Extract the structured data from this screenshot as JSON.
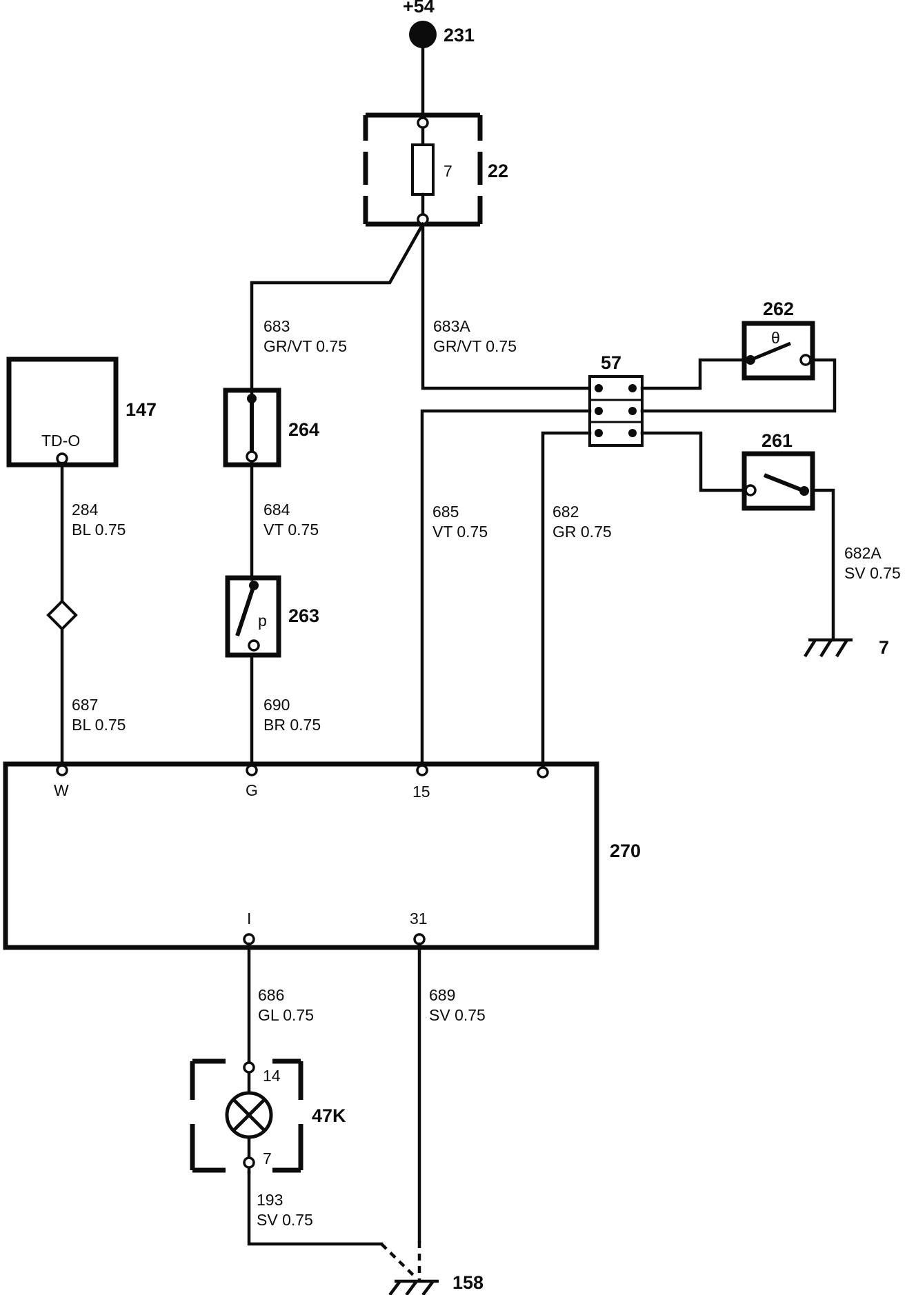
{
  "diagram": {
    "supply": {
      "terminal": "+54",
      "ref": "231"
    },
    "fuse_box": {
      "ref": "22",
      "fuse": "7"
    },
    "wires": {
      "w683": {
        "num": "683",
        "spec": "GR/VT 0.75"
      },
      "w683A": {
        "num": "683A",
        "spec": "GR/VT 0.75"
      },
      "w284": {
        "num": "284",
        "spec": "BL 0.75"
      },
      "w684": {
        "num": "684",
        "spec": "VT 0.75"
      },
      "w685": {
        "num": "685",
        "spec": "VT 0.75"
      },
      "w682": {
        "num": "682",
        "spec": "GR 0.75"
      },
      "w682A": {
        "num": "682A",
        "spec": "SV 0.75"
      },
      "w687": {
        "num": "687",
        "spec": "BL 0.75"
      },
      "w690": {
        "num": "690",
        "spec": "BR 0.75"
      },
      "w686": {
        "num": "686",
        "spec": "GL 0.75"
      },
      "w689": {
        "num": "689",
        "spec": "SV 0.75"
      },
      "w193": {
        "num": "193",
        "spec": "SV 0.75"
      }
    },
    "components": {
      "tdo": {
        "ref": "147",
        "label": "TD-O"
      },
      "switch264": {
        "ref": "264"
      },
      "switch263": {
        "ref": "263",
        "symbol": "p"
      },
      "connector57": {
        "ref": "57"
      },
      "switch262": {
        "ref": "262",
        "symbol": "θ"
      },
      "switch261": {
        "ref": "261"
      },
      "ground7": {
        "ref": "7"
      },
      "control_unit": {
        "ref": "270",
        "pins": {
          "w": "W",
          "g": "G",
          "p15": "15",
          "i": "I",
          "p31": "31"
        }
      },
      "lamp": {
        "ref": "47K",
        "pin_top": "14",
        "pin_bottom": "7"
      },
      "ground158": {
        "ref": "158"
      }
    }
  }
}
